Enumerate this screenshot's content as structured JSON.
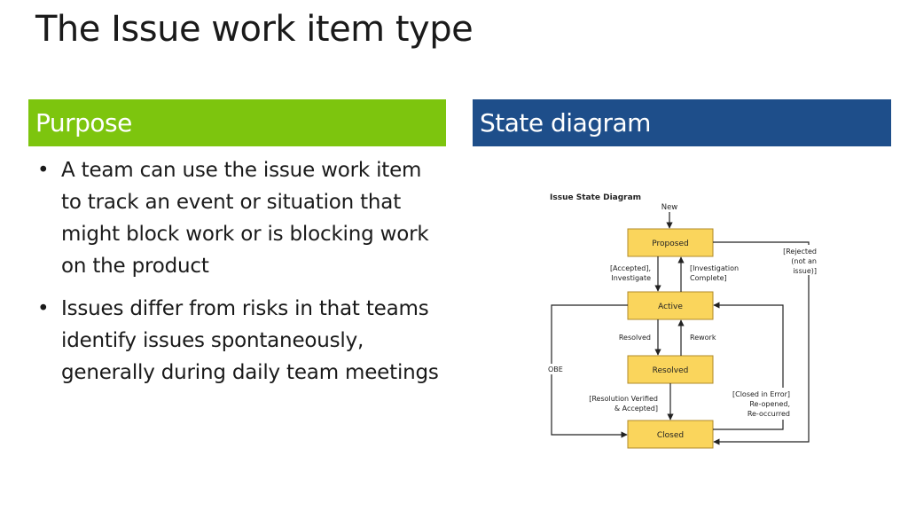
{
  "slide": {
    "title": "The Issue work item type"
  },
  "purpose": {
    "heading": "Purpose",
    "bullets": [
      "A team can use the issue work item to track an event or situation that might block work or is blocking work on the product",
      "Issues differ from risks in that teams identify issues spontaneously, generally during daily team meetings"
    ]
  },
  "state": {
    "heading": "State diagram"
  },
  "diagram": {
    "title": "Issue State Diagram",
    "box_color": "#fad55c",
    "states": {
      "proposed": "Proposed",
      "active": "Active",
      "resolved": "Resolved",
      "closed": "Closed"
    },
    "labels": {
      "new": "New",
      "accepted_1": "[Accepted],",
      "accepted_2": "Investigate",
      "investigation_1": "[Investigation",
      "investigation_2": "Complete]",
      "rejected_1": "[Rejected",
      "rejected_2": "(not an",
      "rejected_3": "issue)]",
      "resolved": "Resolved",
      "rework": "Rework",
      "obe": "OBE",
      "verified_1": "[Resolution Verified",
      "verified_2": "& Accepted]",
      "error_1": "[Closed in Error]",
      "error_2": "Re-opened,",
      "error_3": "Re-occurred"
    }
  }
}
